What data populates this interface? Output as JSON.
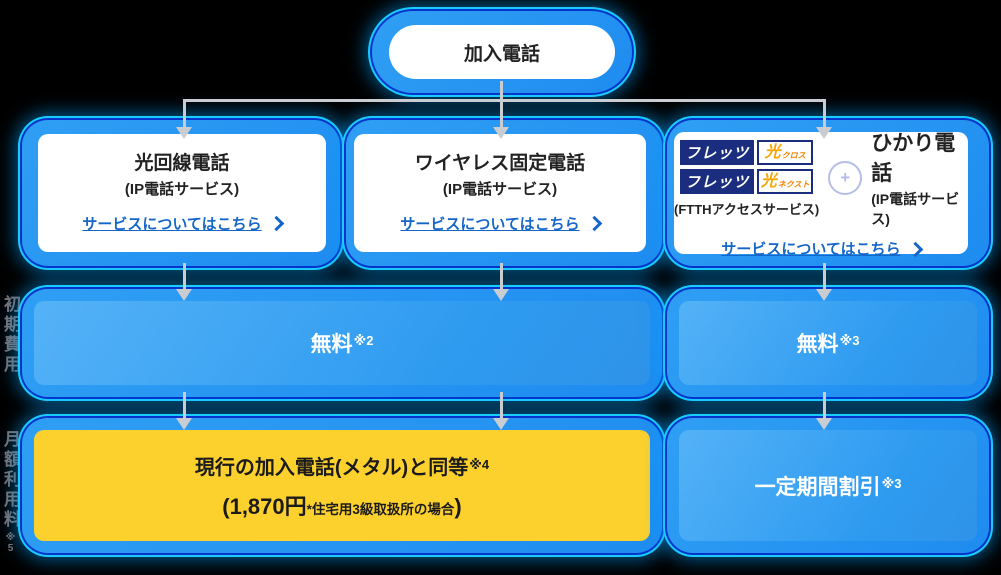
{
  "root_node": {
    "label": "加入電話"
  },
  "columns": [
    {
      "title": "光回線電話",
      "subtitle": "(IP電話サービス)",
      "link_label": "サービスについてはこちら"
    },
    {
      "title": "ワイヤレス固定電話",
      "subtitle": "(IP電話サービス)",
      "link_label": "サービスについてはこちら"
    },
    {
      "logos": [
        {
          "brand": "フレッツ",
          "product": "光",
          "variant": "クロス"
        },
        {
          "brand": "フレッツ",
          "product": "光",
          "variant": "ネクスト"
        }
      ],
      "logos_caption": "(FTTHアクセスサービス)",
      "plus_symbol": "+",
      "title": "ひかり電話",
      "subtitle": "(IP電話サービス)",
      "link_label": "サービスについてはこちら"
    }
  ],
  "rows": {
    "initial_cost": {
      "row_label": "初期費用",
      "left_bar": {
        "text": "無料",
        "note": "※2"
      },
      "right_bar": {
        "text": "無料",
        "note": "※3"
      }
    },
    "monthly_fee": {
      "row_label": "月額利用料",
      "row_label_note": "※5",
      "left_bar": {
        "line1": "現行の加入電話(メタル)と同等",
        "line1_note": "※4",
        "line2_open": "(",
        "line2_price": "1,870円",
        "line2_qualifier": "*住宅用3級取扱所の場合",
        "line2_close": ")"
      },
      "right_bar": {
        "text": "一定期間割引",
        "note": "※3"
      }
    }
  },
  "colors": {
    "background": "#000000",
    "panel_blue": "#2196F3",
    "glow_cyan": "#19CCFF",
    "glow_navy": "#0533CC",
    "bar_gradient_start": "#54B2F7",
    "bar_gradient_end": "#2F93E8",
    "highlight_yellow": "#FDD12D",
    "link_blue": "#1566C8",
    "arrow_gray": "#C9CCD0",
    "logo_navy": "#1B2D7E",
    "logo_orange": "#F7A600",
    "bar_text_white": "#FFFFFF",
    "bar_text_dark": "#1B1B1B",
    "row_label_gray": "#7D7070"
  }
}
